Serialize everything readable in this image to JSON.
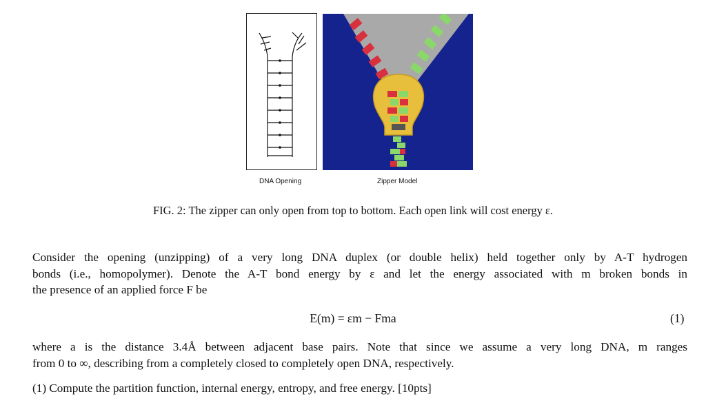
{
  "figure": {
    "panel_a_label": "DNA Opening",
    "panel_b_label": "Zipper Model",
    "caption": "FIG. 2: The zipper can only open from top to bottom. Each open link will cost energy ε.",
    "colors": {
      "background": "#14238e",
      "open_region": "#a9a9a9",
      "slider": "#e7bf3d",
      "left_teeth": "#d9303d",
      "right_teeth": "#8ad86a"
    }
  },
  "body": {
    "p1_line1": "Consider the opening (unzipping) of a very long DNA duplex (or double helix) held together only by A-T hydrogen",
    "p1_line2": "bonds (i.e., homopolymer). Denote the A-T bond energy by ε and let the energy associated with m broken bonds in",
    "p1_line3": "the presence of an applied force F be",
    "equation": "E(m) = εm − Fma",
    "equation_number": "(1)",
    "p2_line1": "where a is the distance 3.4Å between adjacent base pairs. Note that since we assume a very long DNA, m ranges",
    "p2_line2": "from 0 to ∞, describing from a completely closed to completely open DNA, respectively.",
    "question": "(1) Compute the partition function, internal energy, entropy, and free energy. [10pts]"
  }
}
